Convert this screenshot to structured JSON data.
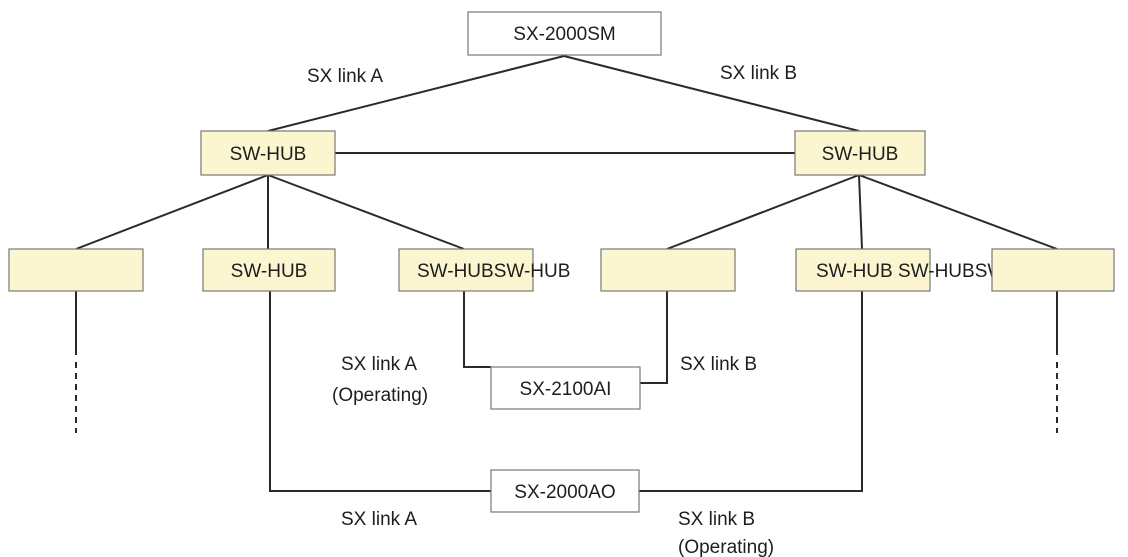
{
  "devices": {
    "main": "SX-2000SM",
    "ai": "SX-2100AI",
    "ao": "SX-2000AO"
  },
  "hubs": {
    "upper_left": "SW-HUB",
    "upper_right": "SW-HUB",
    "lower_1": "",
    "lower_2": "SW-HUB",
    "lower_3": "SW-HUBSW-HUB",
    "lower_4": "",
    "lower_5": "SW-HUB SW-HUBSW-HUB",
    "lower_6": ""
  },
  "labels": {
    "top_link_a": "SX link A",
    "top_link_b": "SX link B",
    "ai_link_a_line1": "SX link A",
    "ai_link_a_line2": "(Operating)",
    "ai_link_b": "SX link B",
    "ao_link_a": "SX link A",
    "ao_link_b_line1": "SX link B",
    "ao_link_b_line2": "(Operating)"
  },
  "colors": {
    "hub_fill": "#fbf6cf",
    "device_fill": "#ffffff",
    "line": "#2a2a2a"
  }
}
